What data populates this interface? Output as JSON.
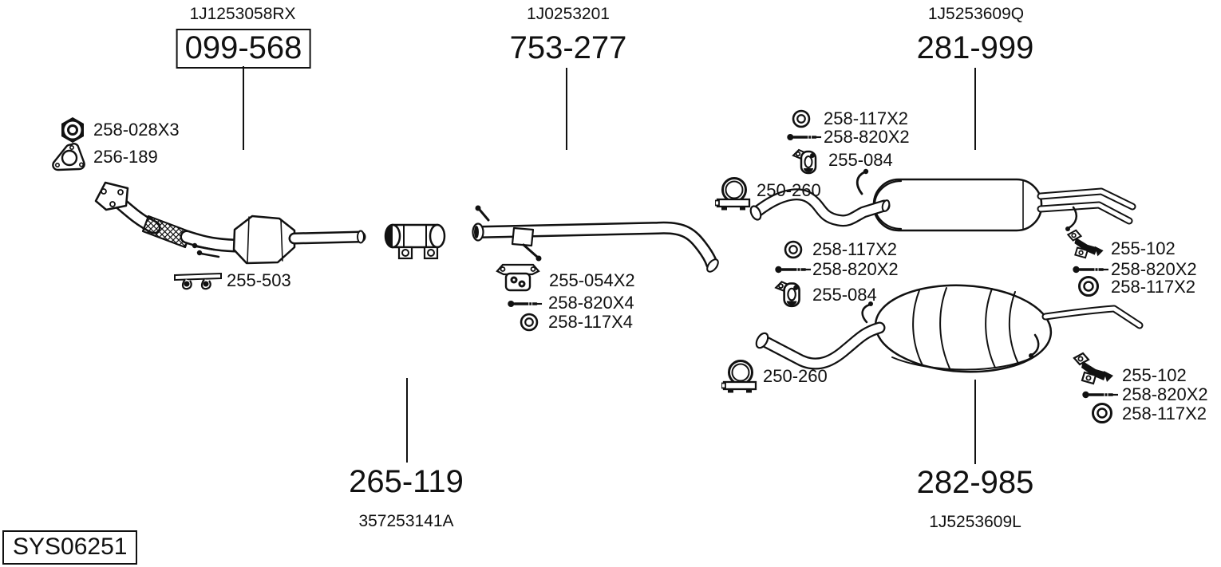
{
  "diagram_id": "SYS06251",
  "assemblies": {
    "front_pipe": {
      "oem": "1J1253058RX",
      "part": "099-568"
    },
    "center_pipe": {
      "oem": "1J0253201",
      "part": "753-277"
    },
    "center_muffler": {
      "oem": "1J5253609Q",
      "part": "281-999"
    },
    "pipe_connector": {
      "part": "265-119",
      "oem": "357253141A"
    },
    "rear_muffler": {
      "part": "282-985",
      "oem": "1J5253609L"
    }
  },
  "callouts": {
    "nut": "258-028X3",
    "flange_gasket": "256-189",
    "cat_bracket": "255-503",
    "center_hanger": "255-054X2",
    "center_bolt": "258-820X4",
    "center_washer": "258-117X4",
    "muffler_washer": "258-117X2",
    "muffler_bolt": "258-820X2",
    "muffler_hanger": "255-084",
    "muffler_clamp": "250-260",
    "rear_washer": "258-117X2",
    "rear_bolt": "258-820X2",
    "rear_hanger": "255-084",
    "rear_clamp": "250-260",
    "mid_tail_bracket": "255-102",
    "mid_tail_bolt": "258-820X2",
    "mid_tail_washer": "258-117X2",
    "rear_tail_bracket": "255-102",
    "rear_tail_bolt": "258-820X2",
    "rear_tail_washer": "258-117X2"
  },
  "colors": {
    "ink": "#111111",
    "background": "#ffffff"
  }
}
